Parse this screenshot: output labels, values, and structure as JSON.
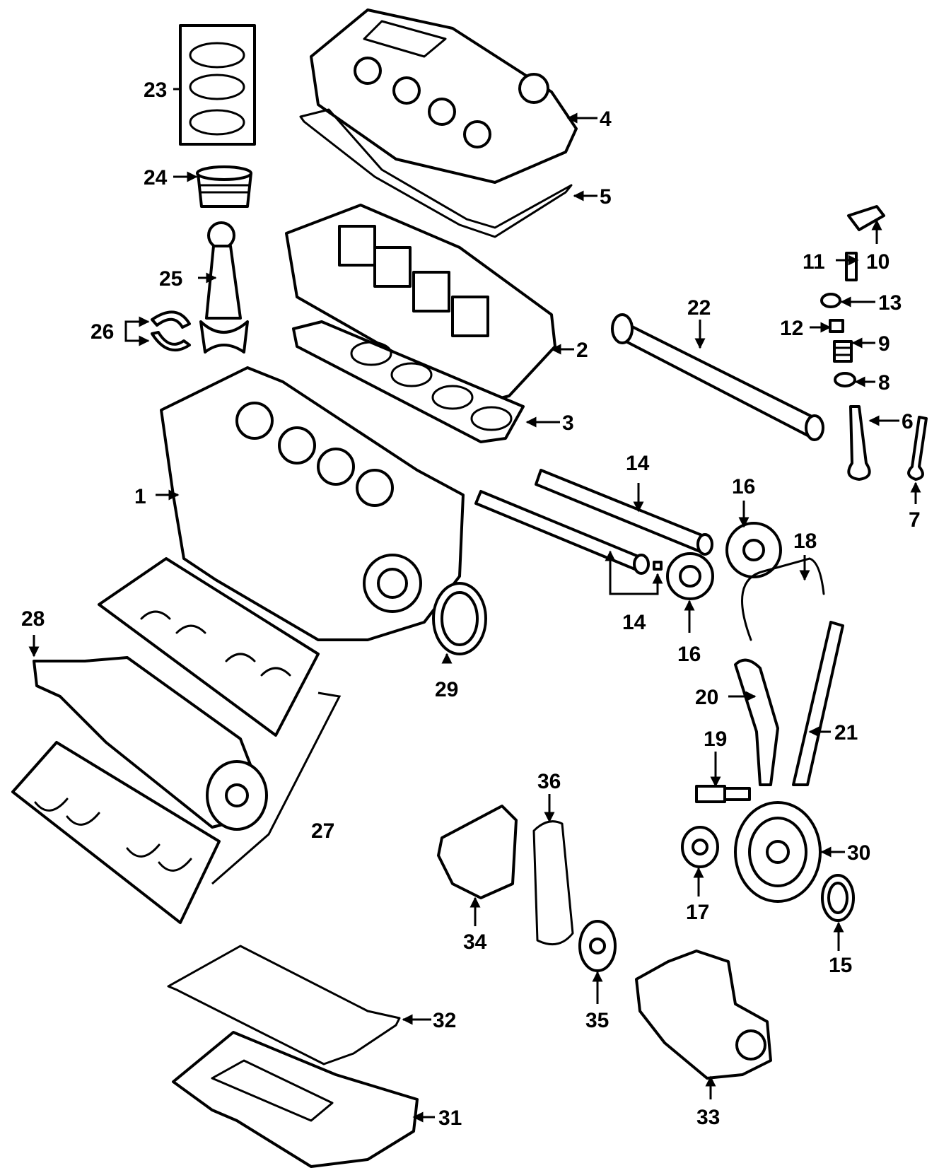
{
  "callouts": [
    "1",
    "2",
    "3",
    "4",
    "5",
    "6",
    "7",
    "8",
    "9",
    "10",
    "11",
    "12",
    "13",
    "14",
    "14",
    "15",
    "16",
    "16",
    "17",
    "18",
    "19",
    "20",
    "21",
    "22",
    "23",
    "24",
    "25",
    "26",
    "27",
    "28",
    "29",
    "30",
    "31",
    "32",
    "33",
    "34",
    "35",
    "36"
  ],
  "colors": {
    "line": "#000000",
    "background": "#ffffff"
  }
}
